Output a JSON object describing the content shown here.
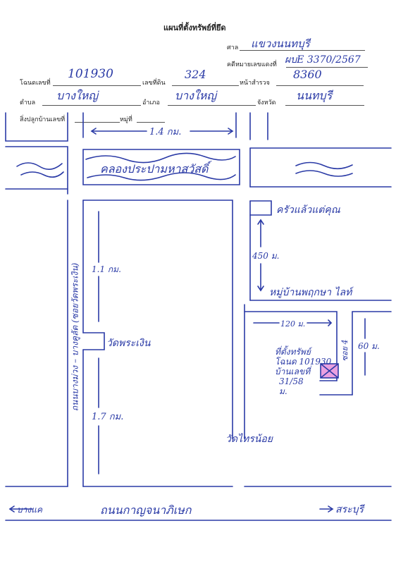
{
  "form": {
    "title": "แผนที่ตั้งทรัพย์ที่ยึด",
    "court_label": "ศาล",
    "court_value": "แขวงนนทบุรี",
    "case_label": "คดีหมายเลขแดงที่",
    "case_value": "ผบE 3370/2567",
    "deed_label": "โฉนดเลขที่",
    "deed_value": "101930",
    "land_no_label": "เลขที่ดิน",
    "land_no_value": "324",
    "survey_page_label": "หน้าสำรวจ",
    "survey_page_value": "8360",
    "subdistrict_label": "ตำบล",
    "subdistrict_value": "บางใหญ่",
    "district_label": "อำเภอ",
    "district_value": "บางใหญ่",
    "province_label": "จังหวัด",
    "province_value": "นนทบุรี",
    "building_label": "สิ่งปลูกบ้านเลขที่",
    "building_value": "",
    "moo_label": "หมู่ที่",
    "moo_value": ""
  },
  "map": {
    "top_distance": "1.4 กม.",
    "canal": "คลองประปามหาสวัสดิ์",
    "left_road": "ถนนบางม่วง – บางคูลัด (ซอยวัดพระเงิน)",
    "dist_upper": "1.1 กม.",
    "temple_mid": "วัดพระเงิน",
    "dist_lower": "1.7 กม.",
    "restaurant": "ครัวแล้วแต่คุณ",
    "dist_450": "450 ม.",
    "village": "หมู่บ้านพฤกษา ไลท์",
    "dist_120": "120 ม.",
    "soi": "ซอย 4",
    "dist_60": "60 ม.",
    "property_note_1": "ที่ตั้งทรัพย์",
    "property_note_2": "โฉนด 101930",
    "property_note_3": "บ้านเลขที่",
    "property_note_4": "31/58",
    "property_note_5": "ม.",
    "temple_bottom": "วัดไทรน้อย",
    "bottom_road": "ถนนกาญจนาภิเษก",
    "left_arrow_label": "บางแค",
    "right_arrow_label": "สระบุรี"
  },
  "colors": {
    "ink": "#2a3aa6",
    "print": "#222222",
    "box_fill": "#e9a0e0"
  }
}
